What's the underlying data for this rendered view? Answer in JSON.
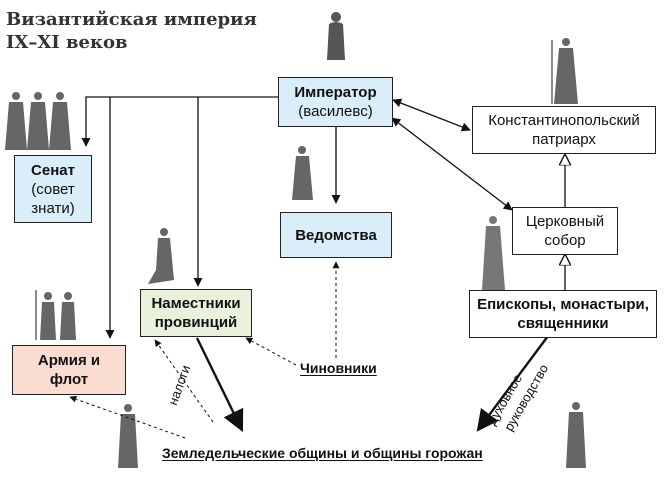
{
  "title": {
    "line1": "Византийская империя",
    "line2": "IX–XI веков"
  },
  "nodes": {
    "emperor": {
      "line1": "Император",
      "line2": "(василевс)"
    },
    "senate": {
      "line1": "Сенат",
      "line2": "(совет",
      "line3": "знати)"
    },
    "departments": {
      "line1": "Ведомства"
    },
    "governors": {
      "line1": "Наместники",
      "line2": "провинций"
    },
    "army": {
      "line1": "Армия и",
      "line2": "флот"
    },
    "patriarch": {
      "line1": "Константинопольский",
      "line2": "патриарх"
    },
    "council": {
      "line1": "Церковный",
      "line2": "собор"
    },
    "bishops": {
      "line1": "Епископы, монастыри,",
      "line2": "священники"
    }
  },
  "labels": {
    "officials": "Чиновники",
    "communities": "Земледельческие общины и общины горожан",
    "taxes": "налоги",
    "spiritual_line1": "духовное",
    "spiritual_line2": "руководство"
  },
  "colors": {
    "secular": "#d9eef9",
    "governors": "#e6f2dc",
    "army": "#fbdcd0",
    "church": "#ffffff"
  },
  "figures": [
    "bust-figure",
    "senators-figures",
    "official-figure",
    "governor-figure",
    "soldiers-figure",
    "patriarch-figure",
    "bishop-figure",
    "peasant-figure",
    "townsman-figure"
  ]
}
